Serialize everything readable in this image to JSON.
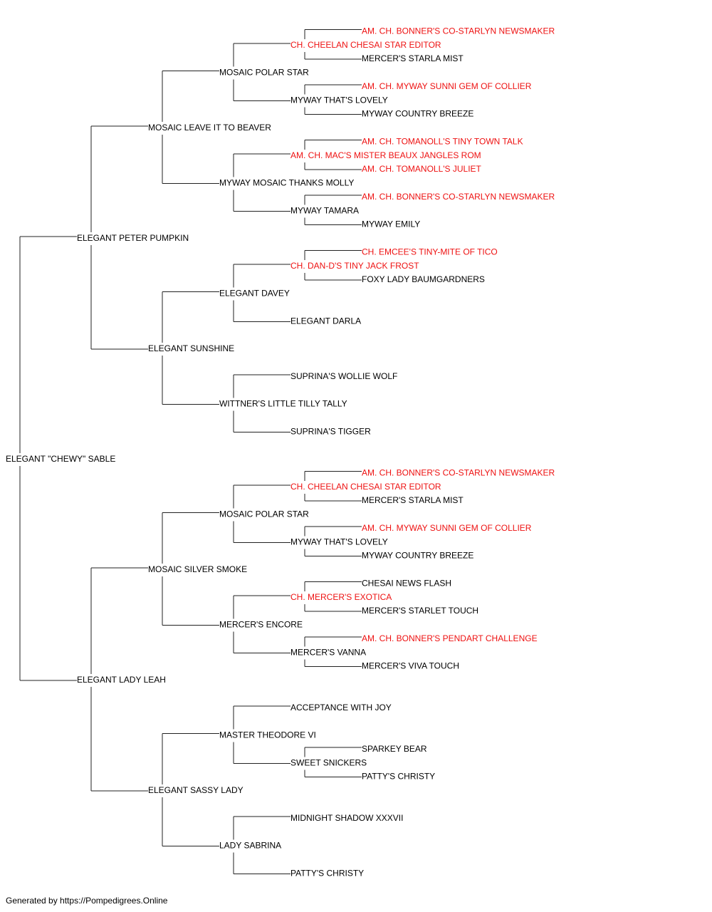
{
  "colors": {
    "normal": "#000000",
    "champion": "#ee1111",
    "line": "#222222"
  },
  "pedigree": {
    "name": "ELEGANT \"CHEWY\" SABLE",
    "champion": false,
    "sire": {
      "name": "ELEGANT PETER PUMPKIN",
      "champion": false,
      "sire": {
        "name": "MOSAIC LEAVE IT TO BEAVER",
        "champion": false,
        "sire": {
          "name": "MOSAIC POLAR STAR",
          "champion": false,
          "sire": {
            "name": "CH. CHEELAN CHESAI STAR EDITOR",
            "champion": true,
            "sire": {
              "name": "AM. CH. BONNER'S CO-STARLYN NEWSMAKER",
              "champion": true
            },
            "dam": {
              "name": "MERCER'S STARLA MIST",
              "champion": false
            }
          },
          "dam": {
            "name": "MYWAY THAT'S LOVELY",
            "champion": false,
            "sire": {
              "name": "AM. CH. MYWAY SUNNI GEM OF COLLIER",
              "champion": true
            },
            "dam": {
              "name": "MYWAY COUNTRY BREEZE",
              "champion": false
            }
          }
        },
        "dam": {
          "name": "MYWAY MOSAIC THANKS MOLLY",
          "champion": false,
          "sire": {
            "name": "AM. CH. MAC'S MISTER BEAUX JANGLES ROM",
            "champion": true,
            "sire": {
              "name": "AM. CH. TOMANOLL'S TINY TOWN TALK",
              "champion": true
            },
            "dam": {
              "name": "AM. CH. TOMANOLL'S JULIET",
              "champion": true
            }
          },
          "dam": {
            "name": "MYWAY TAMARA",
            "champion": false,
            "sire": {
              "name": "AM. CH. BONNER'S CO-STARLYN NEWSMAKER",
              "champion": true
            },
            "dam": {
              "name": "MYWAY EMILY",
              "champion": false
            }
          }
        }
      },
      "dam": {
        "name": "ELEGANT SUNSHINE",
        "champion": false,
        "sire": {
          "name": "ELEGANT DAVEY",
          "champion": false,
          "sire": {
            "name": "CH. DAN-D'S TINY JACK FROST",
            "champion": true,
            "sire": {
              "name": "CH. EMCEE'S TINY-MITE OF TICO",
              "champion": true
            },
            "dam": {
              "name": "FOXY LADY BAUMGARDNERS",
              "champion": false
            }
          },
          "dam": {
            "name": "ELEGANT DARLA",
            "champion": false
          }
        },
        "dam": {
          "name": "WITTNER'S LITTLE TILLY TALLY",
          "champion": false,
          "sire": {
            "name": "SUPRINA'S WOLLIE WOLF",
            "champion": false
          },
          "dam": {
            "name": "SUPRINA'S TIGGER",
            "champion": false
          }
        }
      }
    },
    "dam": {
      "name": "ELEGANT LADY LEAH",
      "champion": false,
      "sire": {
        "name": "MOSAIC SILVER SMOKE",
        "champion": false,
        "sire": {
          "name": "MOSAIC POLAR STAR",
          "champion": false,
          "sire": {
            "name": "CH. CHEELAN CHESAI STAR EDITOR",
            "champion": true,
            "sire": {
              "name": "AM. CH. BONNER'S CO-STARLYN NEWSMAKER",
              "champion": true
            },
            "dam": {
              "name": "MERCER'S STARLA MIST",
              "champion": false
            }
          },
          "dam": {
            "name": "MYWAY THAT'S LOVELY",
            "champion": false,
            "sire": {
              "name": "AM. CH. MYWAY SUNNI GEM OF COLLIER",
              "champion": true
            },
            "dam": {
              "name": "MYWAY COUNTRY BREEZE",
              "champion": false
            }
          }
        },
        "dam": {
          "name": "MERCER'S ENCORE",
          "champion": false,
          "sire": {
            "name": "CH. MERCER'S EXOTICA",
            "champion": true,
            "sire": {
              "name": "CHESAI NEWS FLASH",
              "champion": false
            },
            "dam": {
              "name": "MERCER'S STARLET TOUCH",
              "champion": false
            }
          },
          "dam": {
            "name": "MERCER'S VANNA",
            "champion": false,
            "sire": {
              "name": "AM. CH. BONNER'S PENDART CHALLENGE",
              "champion": true
            },
            "dam": {
              "name": "MERCER'S VIVA TOUCH",
              "champion": false
            }
          }
        }
      },
      "dam": {
        "name": "ELEGANT SASSY LADY",
        "champion": false,
        "sire": {
          "name": "MASTER THEODORE VI",
          "champion": false,
          "sire": {
            "name": "ACCEPTANCE WITH JOY",
            "champion": false
          },
          "dam": {
            "name": "SWEET SNICKERS",
            "champion": false,
            "sire": {
              "name": "SPARKEY BEAR",
              "champion": false
            },
            "dam": {
              "name": "PATTY'S CHRISTY",
              "champion": false
            }
          }
        },
        "dam": {
          "name": "LADY SABRINA",
          "champion": false,
          "sire": {
            "name": "MIDNIGHT SHADOW XXXVII",
            "champion": false
          },
          "dam": {
            "name": "PATTY'S CHRISTY",
            "champion": false
          }
        }
      }
    }
  },
  "footer": "Generated by https://Pompedigrees.Online"
}
